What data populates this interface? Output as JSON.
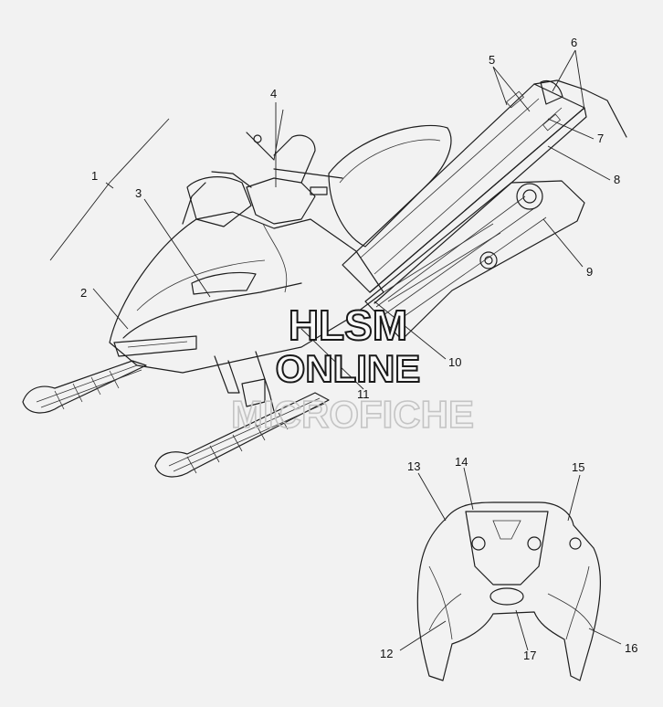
{
  "callouts": [
    "1",
    "2",
    "3",
    "4",
    "5",
    "6",
    "7",
    "8",
    "9",
    "10",
    "11",
    "12",
    "13",
    "14",
    "15",
    "16",
    "17"
  ],
  "watermark": {
    "line1": "HLSM",
    "line2": "ONLINE",
    "line3": "MICROFICHE"
  }
}
